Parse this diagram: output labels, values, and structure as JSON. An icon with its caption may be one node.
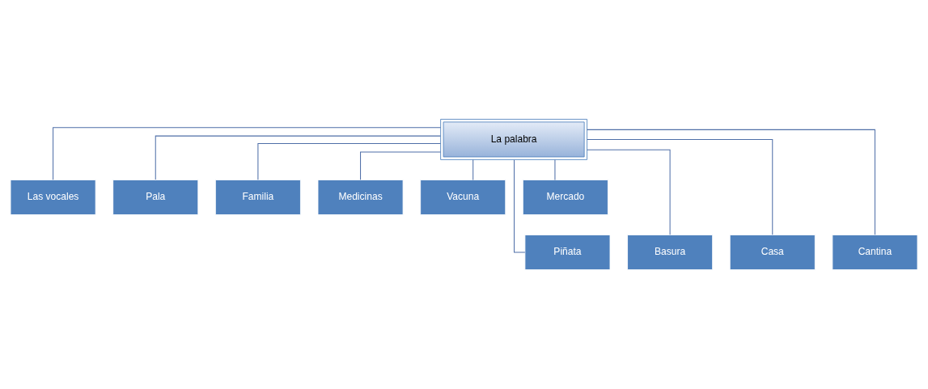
{
  "diagram": {
    "nodes": [
      {
        "text": [
          "La palabra"
        ]
      },
      {
        "text": [
          "Las vocales"
        ]
      },
      {
        "text": [
          "Pala"
        ]
      },
      {
        "text": [
          "Familia"
        ]
      },
      {
        "text": [
          "Medicinas"
        ]
      },
      {
        "text": [
          "Vacuna"
        ]
      },
      {
        "text": [
          "Mercado"
        ]
      },
      {
        "text": [
          "Piñata"
        ]
      },
      {
        "text": [
          "Basura"
        ]
      },
      {
        "text": [
          "Casa"
        ]
      },
      {
        "text": [
          "Cantina"
        ]
      }
    ],
    "edges": [
      {
        "from": 0,
        "to": 1,
        "arrow": "none"
      },
      {
        "from": 0,
        "to": 2,
        "arrow": "none"
      },
      {
        "from": 0,
        "to": 7,
        "arrow": "none"
      },
      {
        "from": 0,
        "to": 3,
        "arrow": "none"
      },
      {
        "from": 0,
        "to": 8,
        "arrow": "none"
      },
      {
        "from": 0,
        "to": 4,
        "arrow": "none"
      },
      {
        "from": 0,
        "to": 9,
        "arrow": "none"
      },
      {
        "from": 0,
        "to": 5,
        "arrow": "none"
      },
      {
        "from": 0,
        "to": 10,
        "arrow": "none"
      },
      {
        "from": 0,
        "to": 6,
        "arrow": "none"
      }
    ]
  }
}
